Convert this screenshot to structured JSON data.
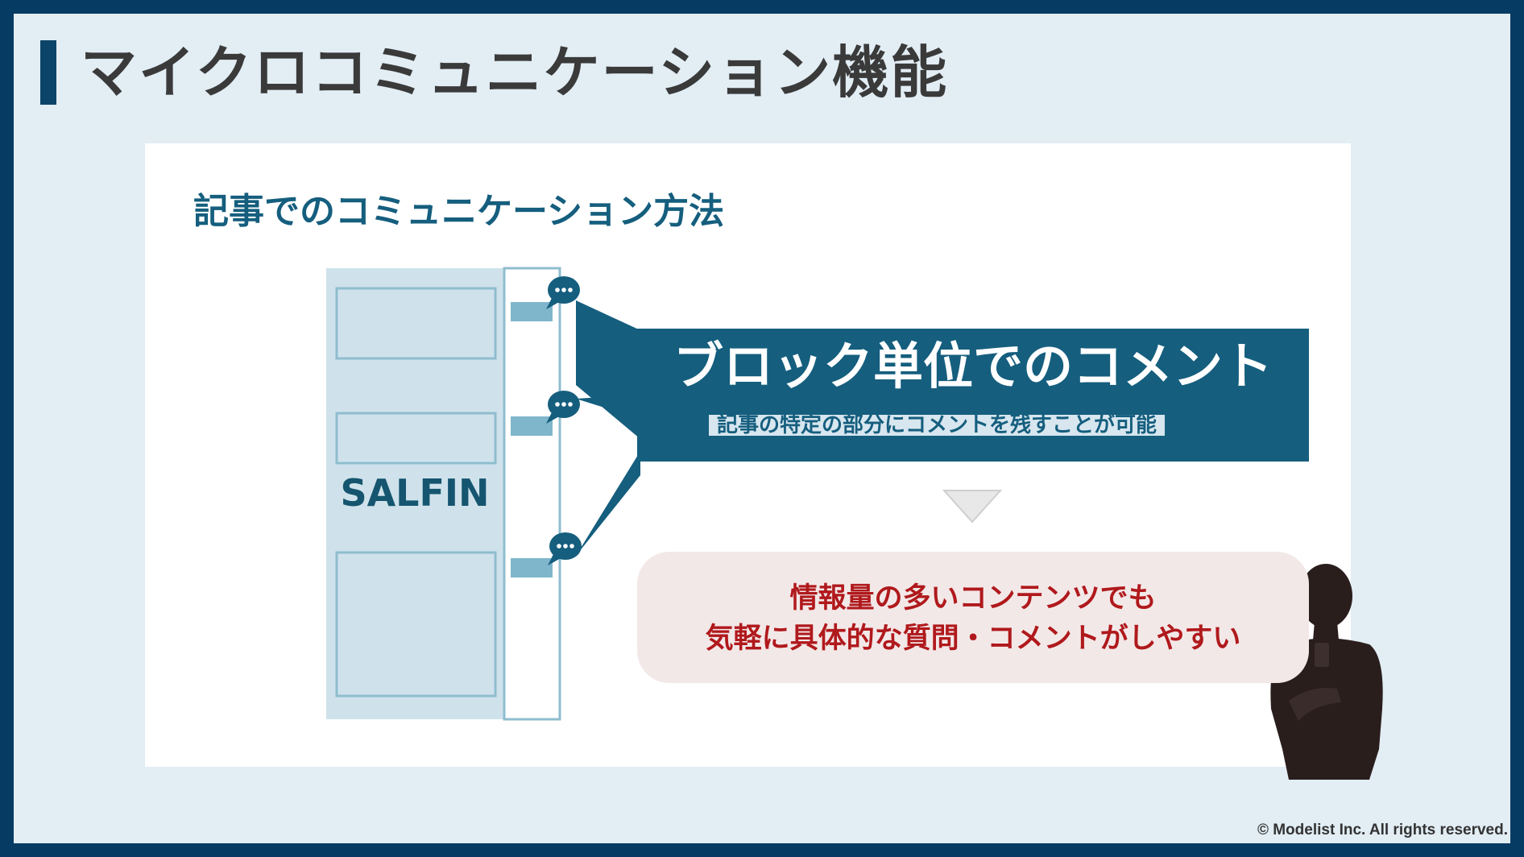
{
  "page": {
    "title": "マイクロコミュニケーション機能",
    "copyright": "© Modelist Inc. All rights reserved."
  },
  "panel": {
    "subtitle": "記事でのコミュニケーション方法",
    "mockup_label": "SALFIN",
    "callout": {
      "title": "ブロック単位でのコメント",
      "subtitle": "記事の特定の部分にコメントを残すことが可能"
    },
    "result": {
      "line1": "情報量の多いコンテンツでも",
      "line2": "気軽に具体的な質問・コメントがしやすい"
    }
  },
  "icons": [
    "comment-bubble-icon",
    "down-triangle-icon",
    "person-with-phone-icon"
  ],
  "colors": {
    "frame": "#063b63",
    "accent": "#155e7e",
    "callout_bg": "#155e7e",
    "result_text": "#b0191c",
    "result_bg": "#f3e8e8"
  }
}
